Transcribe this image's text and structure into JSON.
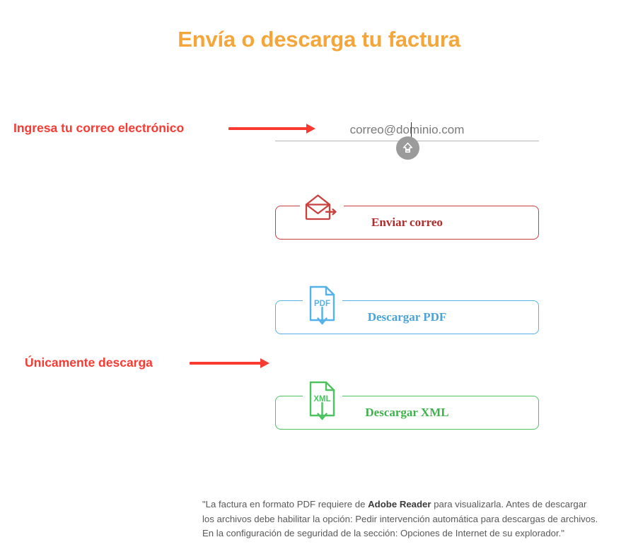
{
  "page": {
    "title": "Envía o descarga tu factura",
    "title_color": "#f5a63a",
    "background": "#ffffff"
  },
  "annotations": {
    "accent_color": "#f93a33",
    "email_label": "Ingresa tu correo electrónico",
    "download_label": "Únicamente descarga",
    "email_arrow_icon": "arrow-right-icon",
    "download_arrow_icon": "arrow-right-icon"
  },
  "email_field": {
    "placeholder": "correo@dominio.com",
    "value": "",
    "badge_icon": "caps-lock-up-arrow-icon",
    "badge_color": "#9b9b9b",
    "underline_color": "#b5b5b5"
  },
  "actions": [
    {
      "id": "send-email",
      "label": "Enviar correo",
      "icon": "envelope-send-icon",
      "color": "#b22b2b",
      "border_color": "#c9403f"
    },
    {
      "id": "download-pdf",
      "label": "Descargar PDF",
      "icon": "pdf-download-icon",
      "icon_text": "PDF",
      "color": "#4aa3dd",
      "border_color": "#55b2e8"
    },
    {
      "id": "download-xml",
      "label": "Descargar XML",
      "icon": "xml-download-icon",
      "icon_text": "XML",
      "color": "#3cb24b",
      "border_color": "#4cc261"
    }
  ],
  "footer": {
    "part1": "\"La factura en formato PDF requiere de ",
    "bold": "Adobe Reader",
    "part2": " para visualizarla. Antes de descargar los archivos debe habilitar la opción: Pedir intervención automática para descargas de archivos. En la configuración de seguridad de la sección: Opciones de Internet de su explorador.\""
  }
}
